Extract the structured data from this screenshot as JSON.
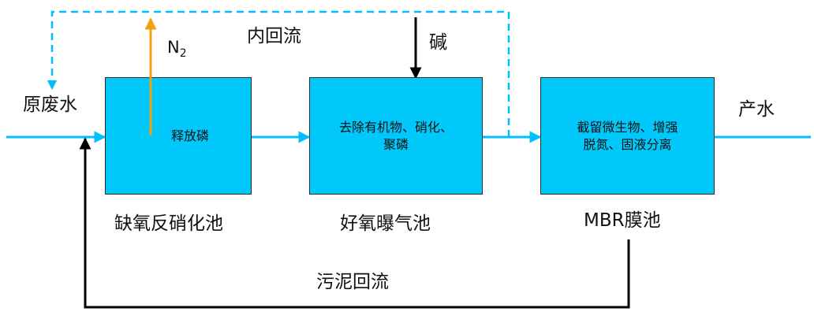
{
  "colors": {
    "main_flow": "#00bfff",
    "box_fill": "#00c8fa",
    "gas_arrow": "#f2a10c",
    "black_line": "#000000"
  },
  "labels": {
    "raw_water": "原废水",
    "product_water": "产水",
    "internal_recycle": "内回流",
    "sludge_recycle": "污泥回流",
    "alkali": "碱",
    "n2_main": "N",
    "n2_sub": "2"
  },
  "boxes": {
    "anoxic": {
      "text": "释放磷",
      "title": "缺氧反硝化池"
    },
    "aerobic": {
      "text_line1": "去除有机物、硝化、",
      "text_line2": "聚磷",
      "title": "好氧曝气池"
    },
    "mbr": {
      "text_line1": "截留微生物、增强",
      "text_line2": "脱氮、固液分离",
      "title": "MBR膜池"
    }
  }
}
